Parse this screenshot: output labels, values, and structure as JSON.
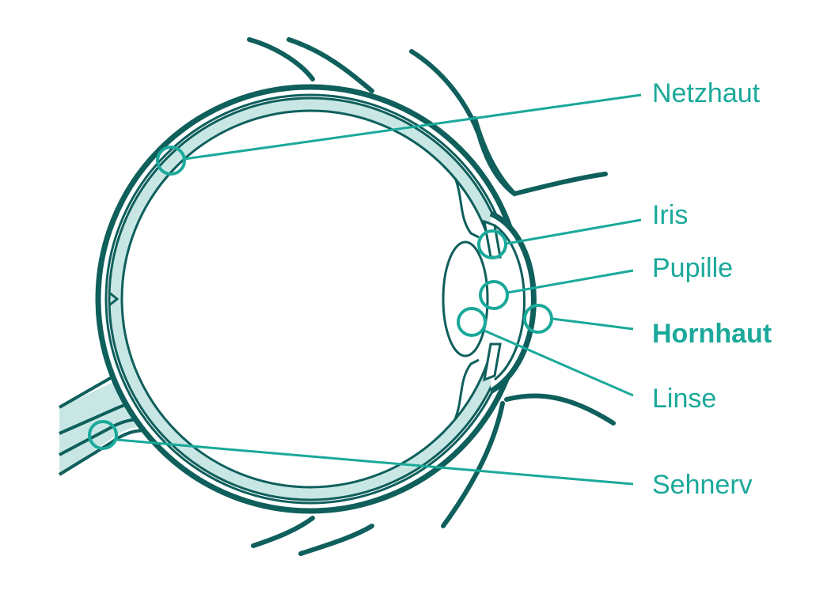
{
  "diagram": {
    "colors": {
      "outline": "#0f5f5c",
      "accent": "#1aa99a",
      "fill": "#c8e7e4",
      "background": "#ffffff"
    },
    "labels": {
      "netzhaut": "Netzhaut",
      "iris": "Iris",
      "pupille": "Pupille",
      "hornhaut": "Hornhaut",
      "linse": "Linse",
      "sehnerv": "Sehnerv"
    },
    "highlighted_label": "Hornhaut"
  }
}
